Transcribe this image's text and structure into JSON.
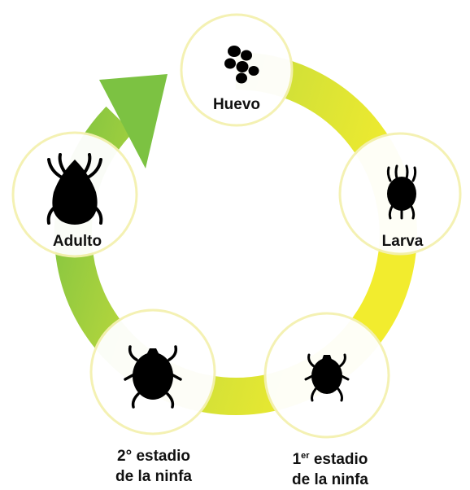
{
  "diagram": {
    "type": "life-cycle",
    "colors": {
      "ring_start": "#7cc242",
      "ring_mid": "#c9dd3a",
      "ring_end": "#f2ec2e",
      "node_fill": "#ffffff",
      "node_border": "#f4f1b0",
      "icon": "#000000"
    },
    "stages": [
      {
        "id": "egg",
        "label": "Huevo",
        "icon": "egg-cluster-icon"
      },
      {
        "id": "larva",
        "label": "Larva",
        "icon": "larva-mite-icon"
      },
      {
        "id": "nymph1",
        "label_prefix": "1",
        "label_sup": "er",
        "label_rest": " estadio",
        "label_line2": "de la ninfa",
        "icon": "nymph-mite-small-icon"
      },
      {
        "id": "nymph2",
        "label_line1": "2° estadio",
        "label_line2": "de la ninfa",
        "icon": "nymph-mite-large-icon"
      },
      {
        "id": "adult",
        "label": "Adulto",
        "icon": "adult-mite-icon"
      }
    ]
  }
}
